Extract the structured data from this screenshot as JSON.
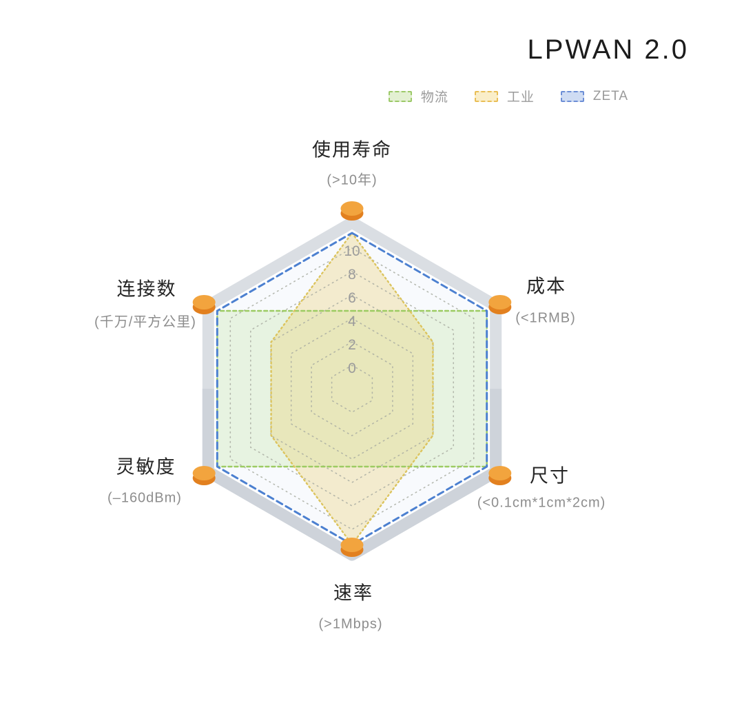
{
  "title": "LPWAN 2.0",
  "chart_data": {
    "type": "radar",
    "title": "LPWAN 2.0",
    "legend_position": "top-right",
    "grid": "dotted-hexagon-rings",
    "axes": [
      {
        "label": "使用寿命",
        "sublabel": "(>10年)"
      },
      {
        "label": "成本",
        "sublabel": "(<1RMB)"
      },
      {
        "label": "尺寸",
        "sublabel": "(<0.1cm*1cm*2cm)"
      },
      {
        "label": "速率",
        "sublabel": "(>1Mbps)"
      },
      {
        "label": "灵敏度",
        "sublabel": "(–160dBm)"
      },
      {
        "label": "连接数",
        "sublabel": "(千万/平方公里)"
      }
    ],
    "scale": {
      "min": 0,
      "max": 10,
      "tick_step": 2,
      "tick_labels": [
        "0",
        "2",
        "4",
        "6",
        "8",
        "10"
      ]
    },
    "series": [
      {
        "name": "物流",
        "values": [
          5,
          10,
          10,
          5,
          10,
          10
        ],
        "stroke": "#9ccb62",
        "fill": "rgba(166,214,116,0.20)",
        "dash": "5 4",
        "width": 2.4
      },
      {
        "name": "工业",
        "values": [
          10,
          6,
          6,
          10,
          6,
          6
        ],
        "stroke": "#dcc45e",
        "fill": "rgba(233,206,110,0.32)",
        "dash": "2 4.2",
        "width": 2.4
      },
      {
        "name": "ZETA",
        "values": [
          10,
          10,
          10,
          10,
          10,
          10
        ],
        "stroke": "#4c80d0",
        "fill": "rgba(120,150,215,0.05)",
        "dash": "9 6",
        "width": 3
      }
    ],
    "legend": [
      {
        "label": "物流",
        "border": "#9cc968",
        "fill": "#e3f0d2"
      },
      {
        "label": "工业",
        "border": "#e9be55",
        "fill": "#faeec9"
      },
      {
        "label": "ZETA",
        "border": "#6c8ed6",
        "fill": "#cfdcf3"
      }
    ],
    "style": {
      "frame_color": "#dadee3",
      "frame_shade_color": "#ced3da",
      "grid_dot_color": "#a9ada2",
      "tick_color": "#9b9b9b",
      "vertex_marker_top": "#f2a43e",
      "vertex_marker_rim": "#e2801f"
    }
  }
}
